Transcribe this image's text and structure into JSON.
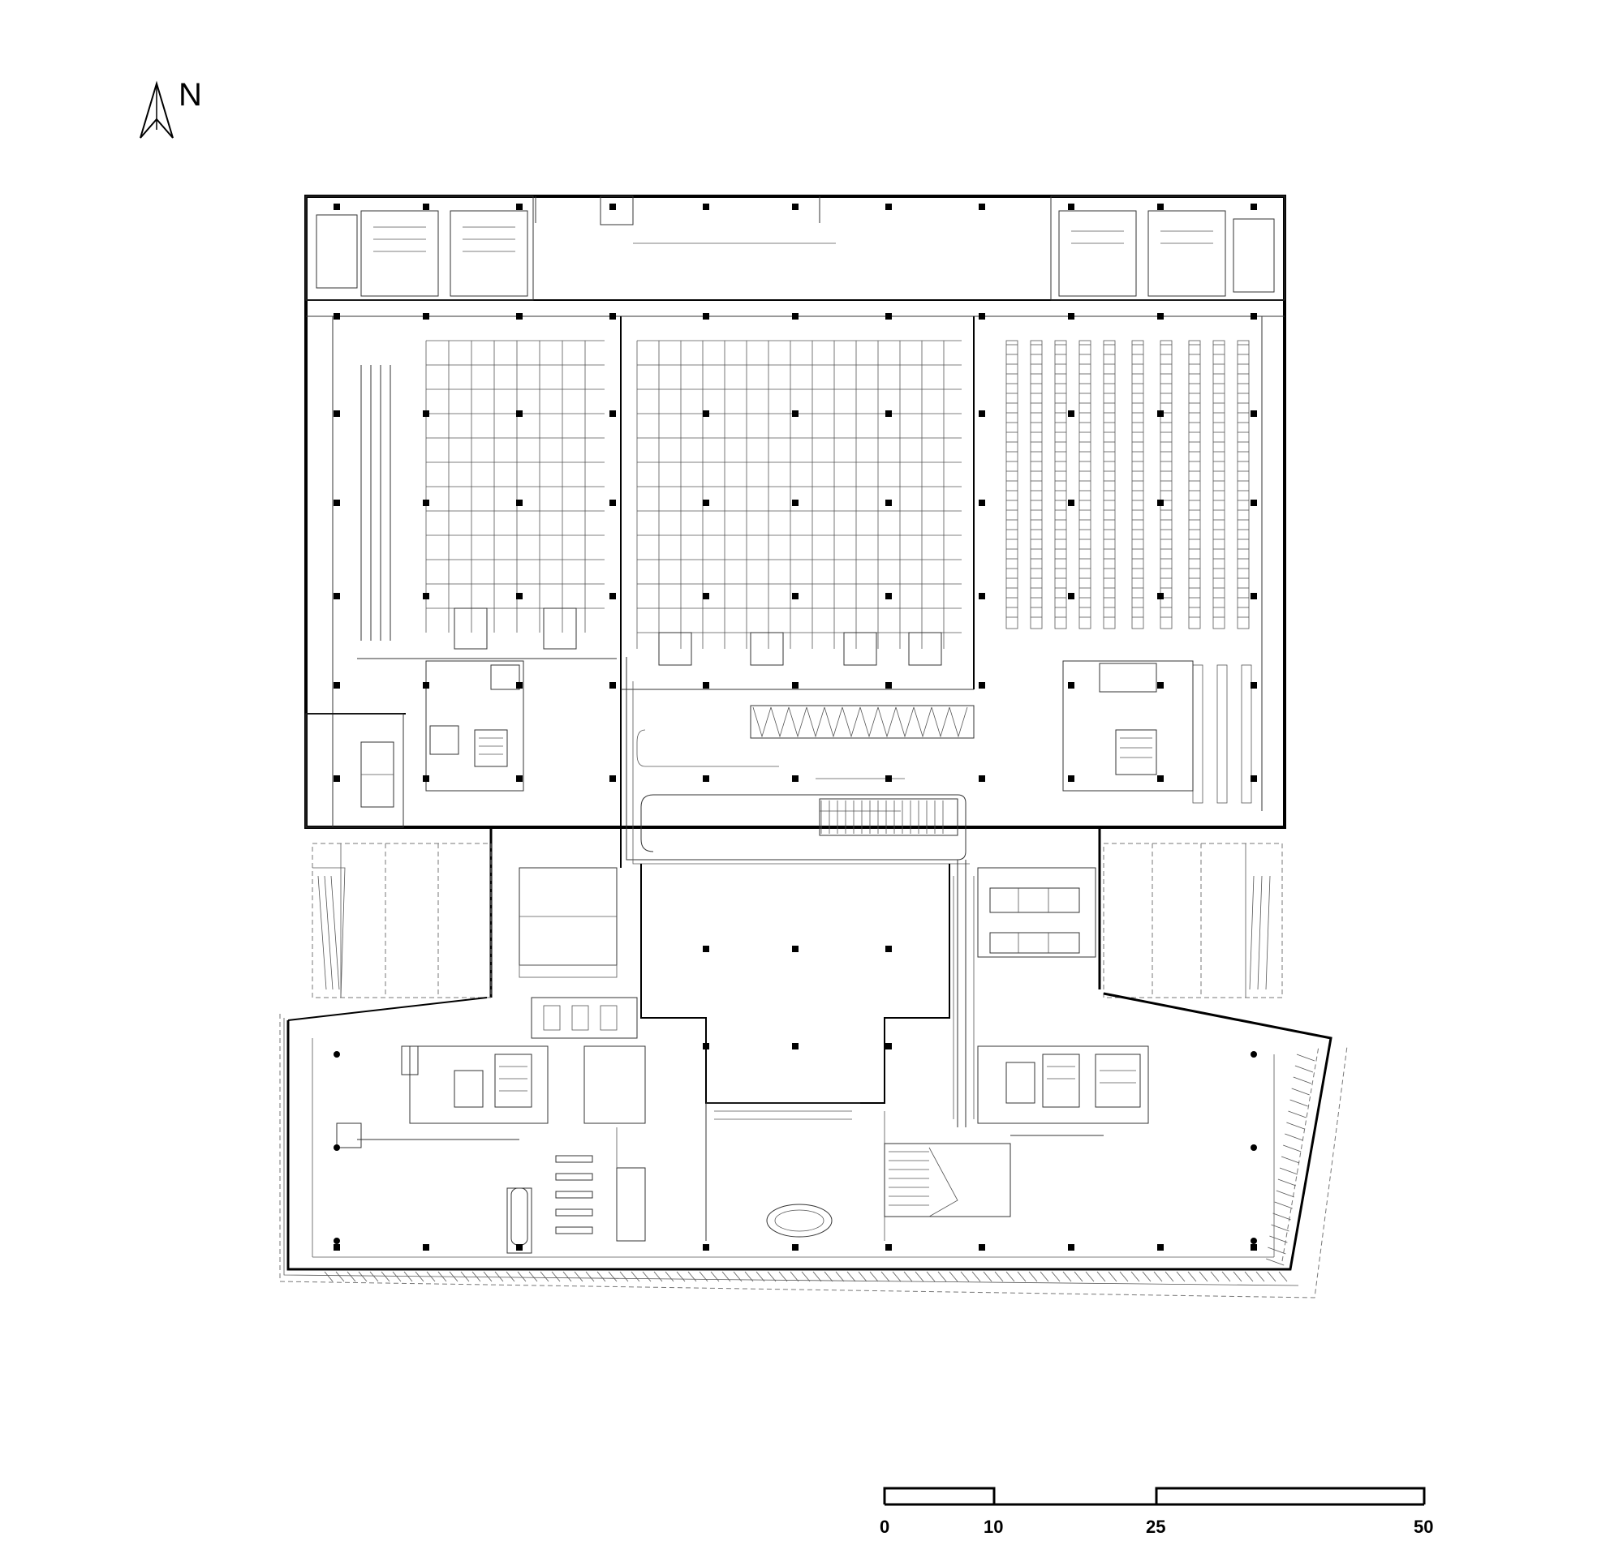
{
  "north_arrow": {
    "label": "N",
    "icon": "north-arrow-icon"
  },
  "scale_bar": {
    "ticks": [
      "0",
      "10",
      "25",
      "50"
    ],
    "values": [
      0,
      10,
      25,
      50
    ]
  },
  "colors": {
    "ink": "#000000",
    "background": "#ffffff"
  }
}
